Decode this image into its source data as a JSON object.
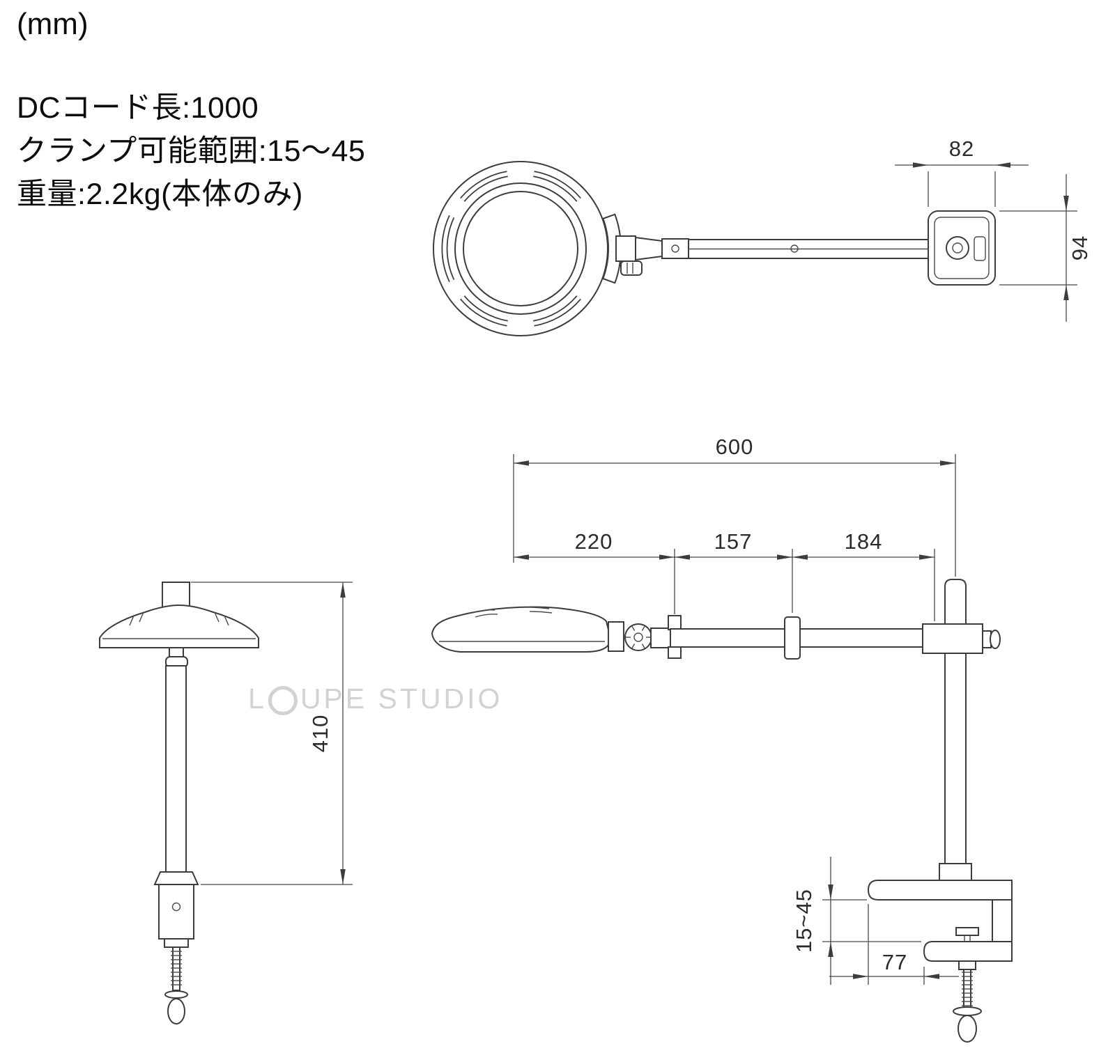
{
  "page": {
    "unit_label": "(mm)",
    "specs": {
      "line1": "DCコード長:1000",
      "line2": "クランプ可能範囲:15〜45",
      "line3": "重量:2.2kg(本体のみ)"
    },
    "watermark": {
      "prefix": "L",
      "suffix": "UPE STUDIO"
    }
  },
  "dimensions": {
    "top_view": {
      "clamp_width": "82",
      "clamp_height": "94"
    },
    "front_view": {
      "total_height": "410"
    },
    "side_view": {
      "arm_total": "600",
      "head_to_joint": "220",
      "joint_to_elbow": "157",
      "elbow_to_pole": "184",
      "clamp_range": "15~45",
      "clamp_depth": "77"
    }
  }
}
